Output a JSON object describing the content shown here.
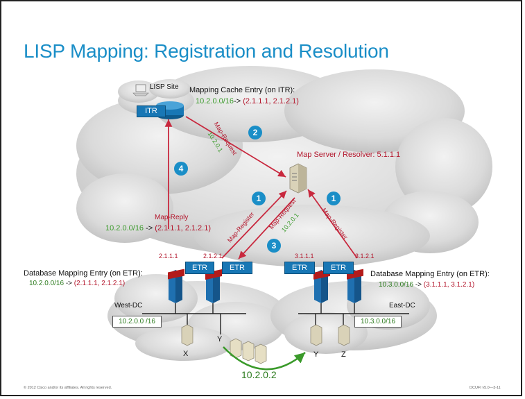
{
  "title": "LISP Mapping: Registration and Resolution",
  "lisp_site": "LISP Site",
  "itr_label": "ITR",
  "map_cache": {
    "heading": "Mapping Cache Entry (on ITR):",
    "prefix": "10.2.0.0/16",
    "arrow": "->",
    "locators": "(2.1.1.1, 2.1.2.1)"
  },
  "map_server": "Map Server / Resolver: 5.1.1.1",
  "map_request_top": {
    "label": "Map-Request",
    "addr": "10.2.0.1"
  },
  "map_request_bottom": {
    "label": "Map-Request",
    "addr": "10.2.0.1"
  },
  "map_register_left": "Map-Register",
  "map_register_right": "Map-Register",
  "map_reply": {
    "label": "Map-Reply",
    "prefix": "10.2.0.0/16",
    "arrow": "->",
    "locators": "(2.1.1.1, 2.1.2.1)"
  },
  "steps": {
    "s1a": "1",
    "s1b": "1",
    "s2": "2",
    "s3": "3",
    "s4": "4"
  },
  "etr_label": "ETR",
  "rlocs": {
    "w1": "2.1.1.1",
    "w2": "2.1.2.1",
    "e1": "3.1.1.1",
    "e2": "3.1.2.1"
  },
  "db_west": {
    "heading": "Database Mapping Entry (on ETR):",
    "prefix": "10.2.0.0/16",
    "arrow": "->",
    "locators": "(2.1.1.1, 2.1.2.1)"
  },
  "db_east": {
    "heading": "Database Mapping Entry (on ETR):",
    "prefix": "10.3.0.0/16",
    "arrow": "->",
    "locators": "(3.1.1.1, 3.1.2.1)"
  },
  "west_dc": "West-DC",
  "east_dc": "East-DC",
  "west_subnet": "10.2.0.0 /16",
  "east_subnet": "10.3.0.0/16",
  "hosts": {
    "x": "X",
    "y": "Y",
    "y2": "Y",
    "z": "Z"
  },
  "moved_ip": "10.2.0.2",
  "footer_left": "© 2012 Cisco and/or its affiliates. All rights reserved.",
  "footer_right": "DCUFI v5.0—3-11",
  "colors": {
    "accent": "#1a8ec7",
    "arrow_red": "#c8283e",
    "green": "#3a9a2a",
    "router_red": "#b31b1b"
  }
}
